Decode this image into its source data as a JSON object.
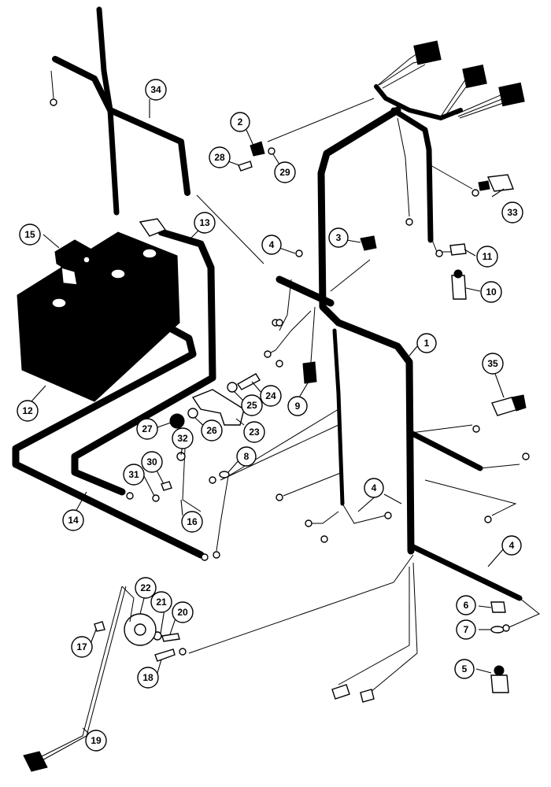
{
  "callouts": [
    {
      "id": "c1",
      "text": "1"
    },
    {
      "id": "c2",
      "text": "2"
    },
    {
      "id": "c3",
      "text": "3"
    },
    {
      "id": "c4a",
      "text": "4"
    },
    {
      "id": "c4b",
      "text": "4"
    },
    {
      "id": "c4c",
      "text": "4"
    },
    {
      "id": "c5",
      "text": "5"
    },
    {
      "id": "c6",
      "text": "6"
    },
    {
      "id": "c7",
      "text": "7"
    },
    {
      "id": "c8",
      "text": "8"
    },
    {
      "id": "c9",
      "text": "9"
    },
    {
      "id": "c10",
      "text": "10"
    },
    {
      "id": "c11",
      "text": "11"
    },
    {
      "id": "c12",
      "text": "12"
    },
    {
      "id": "c13",
      "text": "13"
    },
    {
      "id": "c14",
      "text": "14"
    },
    {
      "id": "c15",
      "text": "15"
    },
    {
      "id": "c16",
      "text": "16"
    },
    {
      "id": "c17",
      "text": "17"
    },
    {
      "id": "c18",
      "text": "18"
    },
    {
      "id": "c19",
      "text": "19"
    },
    {
      "id": "c20",
      "text": "20"
    },
    {
      "id": "c21",
      "text": "21"
    },
    {
      "id": "c22",
      "text": "22"
    },
    {
      "id": "c23",
      "text": "23"
    },
    {
      "id": "c24",
      "text": "24"
    },
    {
      "id": "c25",
      "text": "25"
    },
    {
      "id": "c26",
      "text": "26"
    },
    {
      "id": "c27",
      "text": "27"
    },
    {
      "id": "c28",
      "text": "28"
    },
    {
      "id": "c29",
      "text": "29"
    },
    {
      "id": "c30",
      "text": "30"
    },
    {
      "id": "c31",
      "text": "31"
    },
    {
      "id": "c32",
      "text": "32"
    },
    {
      "id": "c33",
      "text": "33"
    },
    {
      "id": "c34",
      "text": "34"
    },
    {
      "id": "c35",
      "text": "35"
    }
  ]
}
